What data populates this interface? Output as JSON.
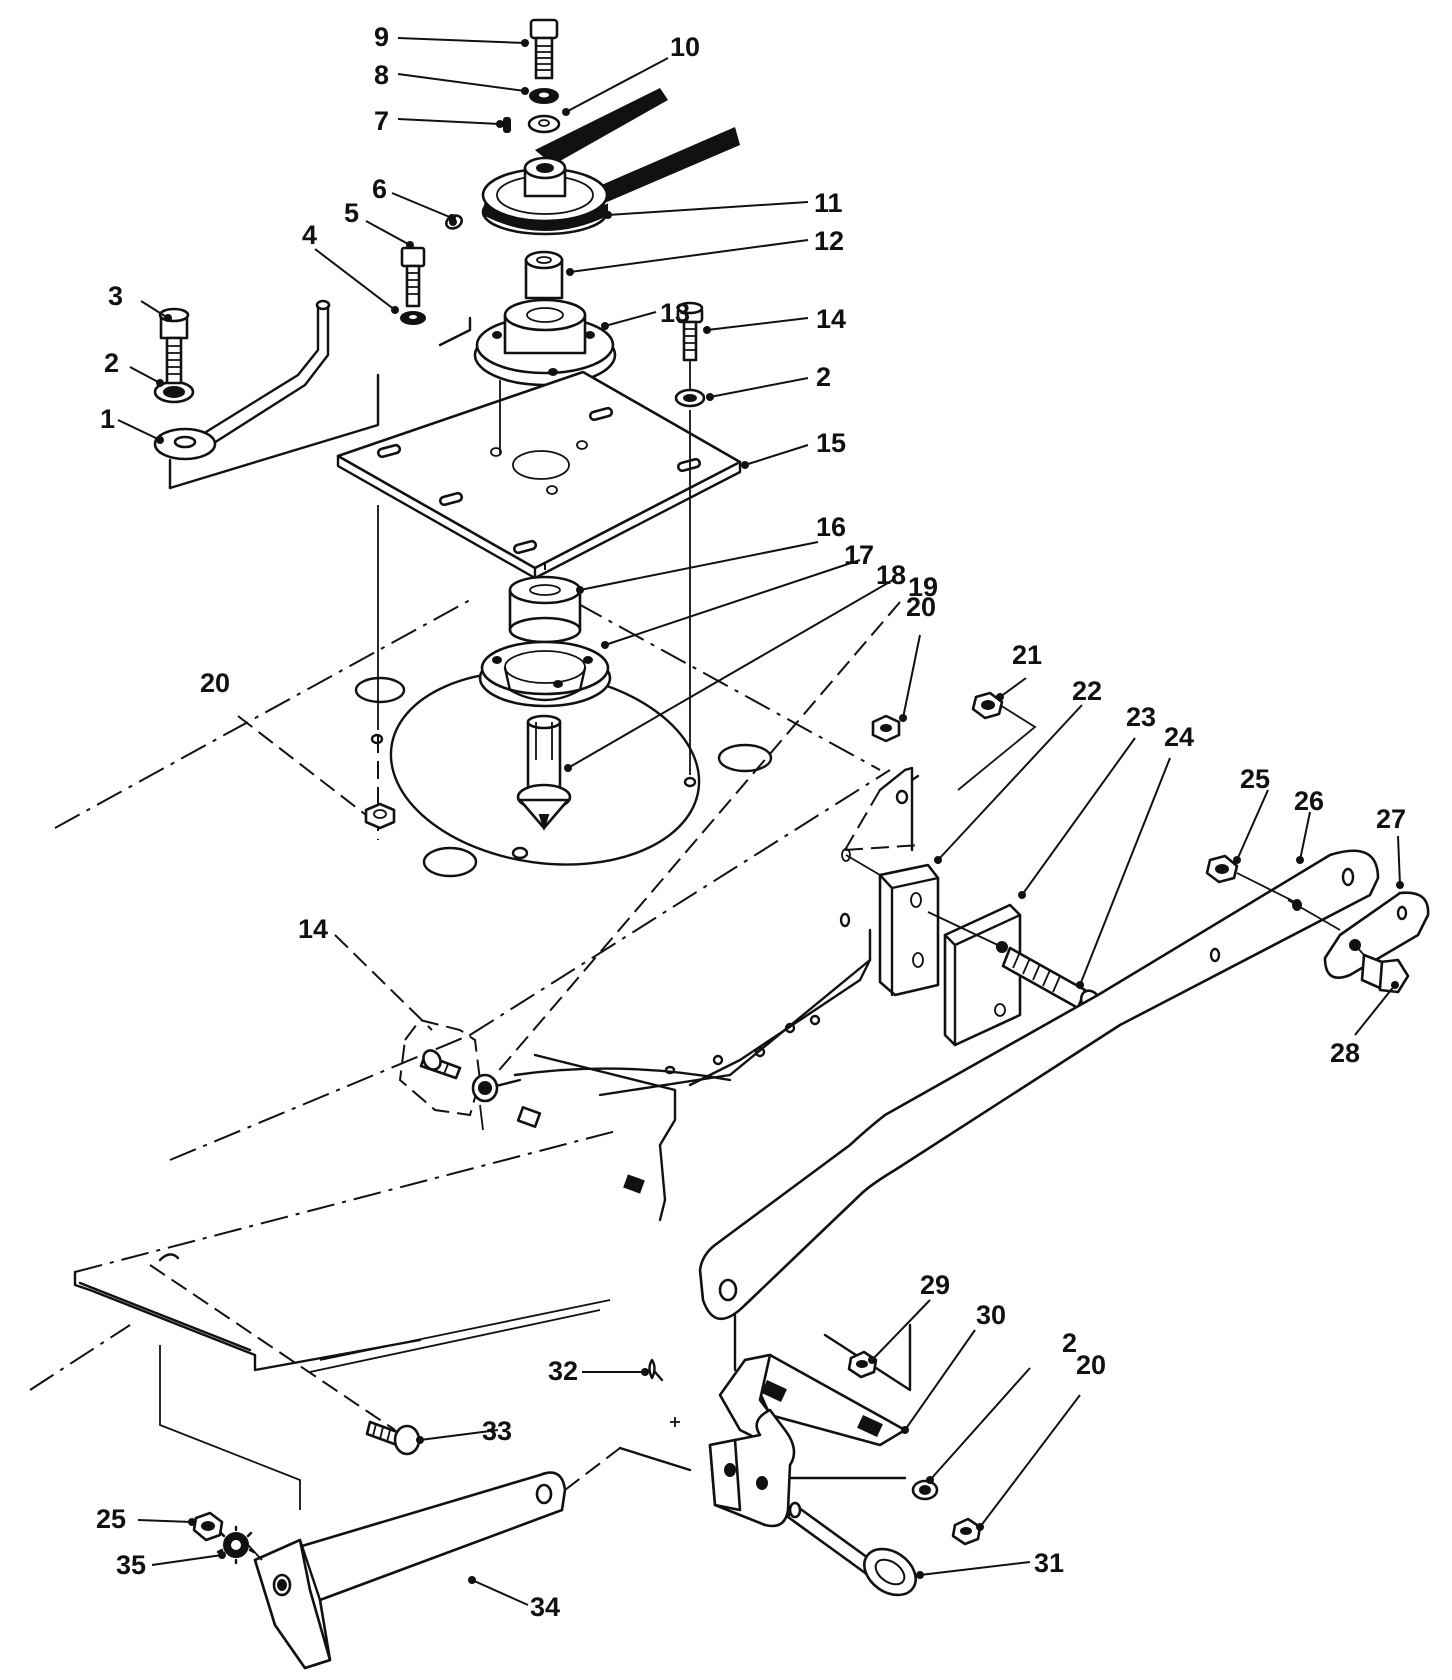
{
  "callouts": {
    "c9": "9",
    "c8": "8",
    "c10": "10",
    "c7": "7",
    "c6": "6",
    "c11": "11",
    "c5": "5",
    "c12": "12",
    "c4": "4",
    "c3": "3",
    "c13": "13",
    "c14a": "14",
    "c2a": "2",
    "c2b": "2",
    "c1": "1",
    "c15": "15",
    "c16": "16",
    "c17": "17",
    "c18": "18",
    "c19": "19",
    "c20a": "20",
    "c20b": "20",
    "c21": "21",
    "c22": "22",
    "c23": "23",
    "c24": "24",
    "c25a": "25",
    "c26": "26",
    "c27": "27",
    "c28": "28",
    "c14b": "14",
    "c29": "29",
    "c30": "30",
    "c2c": "2",
    "c20c": "20",
    "c32": "32",
    "c33": "33",
    "c25b": "25",
    "c35": "35",
    "c31": "31",
    "c34": "34"
  }
}
